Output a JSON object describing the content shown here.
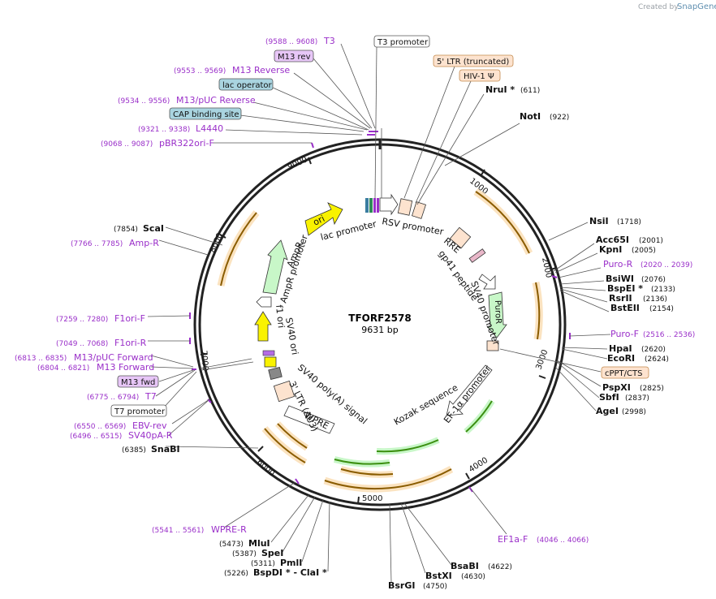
{
  "credit": {
    "created_by": "Created by",
    "brand": "SnapGene"
  },
  "plasmid": {
    "name": "TFORF2578",
    "length": "9631 bp"
  },
  "ticks": [
    "1000",
    "2000",
    "3000",
    "4000",
    "5000",
    "6000",
    "7000",
    "8000",
    "9000"
  ],
  "enzymes": [
    {
      "name": "NruI *",
      "pos": "(611)"
    },
    {
      "name": "NotI",
      "pos": "(922)"
    },
    {
      "name": "NsiI",
      "pos": "(1718)"
    },
    {
      "name": "Acc65I",
      "pos": "(2001)"
    },
    {
      "name": "KpnI",
      "pos": "(2005)"
    },
    {
      "name": "BsiWI",
      "pos": "(2076)"
    },
    {
      "name": "BspEI *",
      "pos": "(2133)"
    },
    {
      "name": "RsrII",
      "pos": "(2136)"
    },
    {
      "name": "BstEII",
      "pos": "(2154)"
    },
    {
      "name": "HpaI",
      "pos": "(2620)"
    },
    {
      "name": "EcoRI",
      "pos": "(2624)"
    },
    {
      "name": "PspXI",
      "pos": "(2825)"
    },
    {
      "name": "SbfI",
      "pos": "(2837)"
    },
    {
      "name": "AgeI",
      "pos": "(2998)"
    },
    {
      "name": "BsaBI",
      "pos": "(4622)"
    },
    {
      "name": "BstXI",
      "pos": "(4630)"
    },
    {
      "name": "BsrGI",
      "pos": "(4750)"
    },
    {
      "name": "BspDI * - ClaI *",
      "pos": "(5226)"
    },
    {
      "name": "PmlI",
      "pos": "(5311)"
    },
    {
      "name": "SpeI",
      "pos": "(5387)"
    },
    {
      "name": "MluI",
      "pos": "(5473)"
    },
    {
      "name": "SnaBI",
      "pos": "(6385)"
    },
    {
      "name": "ScaI",
      "pos": "(7854)"
    }
  ],
  "primers": [
    {
      "name": "T3",
      "pos": "(9588 .. 9608)"
    },
    {
      "name": "M13 Reverse",
      "pos": "(9553 .. 9569)"
    },
    {
      "name": "M13/pUC Reverse",
      "pos": "(9534 .. 9556)"
    },
    {
      "name": "L4440",
      "pos": "(9321 .. 9338)"
    },
    {
      "name": "pBR322ori-F",
      "pos": "(9068 .. 9087)"
    },
    {
      "name": "Amp-R",
      "pos": "(7766 .. 7785)"
    },
    {
      "name": "F1ori-F",
      "pos": "(7259 .. 7280)"
    },
    {
      "name": "F1ori-R",
      "pos": "(7049 .. 7068)"
    },
    {
      "name": "M13/pUC Forward",
      "pos": "(6813 .. 6835)"
    },
    {
      "name": "M13 Forward",
      "pos": "(6804 .. 6821)"
    },
    {
      "name": "T7",
      "pos": "(6775 .. 6794)"
    },
    {
      "name": "EBV-rev",
      "pos": "(6550 .. 6569)"
    },
    {
      "name": "SV40pA-R",
      "pos": "(6496 .. 6515)"
    },
    {
      "name": "WPRE-R",
      "pos": "(5541 .. 5561)"
    },
    {
      "name": "Puro-R",
      "pos": "(2020 .. 2039)"
    },
    {
      "name": "Puro-F",
      "pos": "(2516 .. 2536)"
    },
    {
      "name": "EF1a-F",
      "pos": "(4046 .. 4066)"
    }
  ],
  "boxes": {
    "t3_promoter": "T3 promoter",
    "m13_rev": "M13 rev",
    "lac_operator": "lac operator",
    "cap_site": "CAP binding site",
    "ltr5": "5' LTR (truncated)",
    "hiv_psi": "HIV-1 Ψ",
    "cppt": "cPPT/CTS",
    "m13_fwd": "M13 fwd",
    "t7_promoter": "T7 promoter"
  },
  "features": {
    "ori": "ori",
    "lac_promoter": "lac promoter",
    "rsv_promoter": "RSV promoter",
    "rre": "RRE",
    "gp41": "gp41 peptide",
    "sv40_promoter": "SV40 promoter",
    "puror": "PuroR",
    "ef1a": "EF-1α promoter",
    "kozak": "Kozak sequence",
    "wpre": "WPRE",
    "ltr3": "3' LTR (ΔU3)",
    "sv40_polya": "SV40 poly(A) signal",
    "sv40_ori": "SV40 ori",
    "f1_ori": "f1 ori",
    "ampr_promoter": "AmpR promoter",
    "ampr": "AmpR"
  },
  "colors": {
    "purple": "#9a2fc9",
    "orange_box": "#fde3cf",
    "teal_box": "#a9d4e0",
    "lilac_box": "#e7c6f7",
    "yellow": "#f9f200",
    "light_green": "#c8f7c8",
    "dark_green": "#3b8f10",
    "orange_arc": "#fbe3c0",
    "brown_arc": "#8a5c00"
  }
}
